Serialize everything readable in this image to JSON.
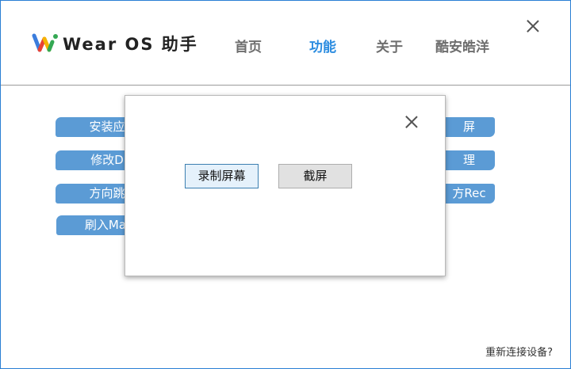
{
  "app": {
    "title": "Wear OS 助手",
    "close_icon": "close-icon"
  },
  "nav": {
    "items": [
      {
        "label": "首页",
        "active": false
      },
      {
        "label": "功能",
        "active": true
      },
      {
        "label": "关于",
        "active": false
      },
      {
        "label": "酷安皓洋",
        "active": false
      }
    ]
  },
  "features": {
    "left": [
      "安装应",
      "修改D",
      "方向跳",
      "刷入Ma"
    ],
    "right": [
      "屏",
      "理",
      "方Rec"
    ]
  },
  "dialog": {
    "record_label": "录制屏幕",
    "screenshot_label": "截屏"
  },
  "footer": {
    "reconnect_label": "重新连接设备?"
  },
  "colors": {
    "accent": "#2b8ce0",
    "feature_button": "#5b9bd5",
    "window_border": "#2a7fd4"
  }
}
